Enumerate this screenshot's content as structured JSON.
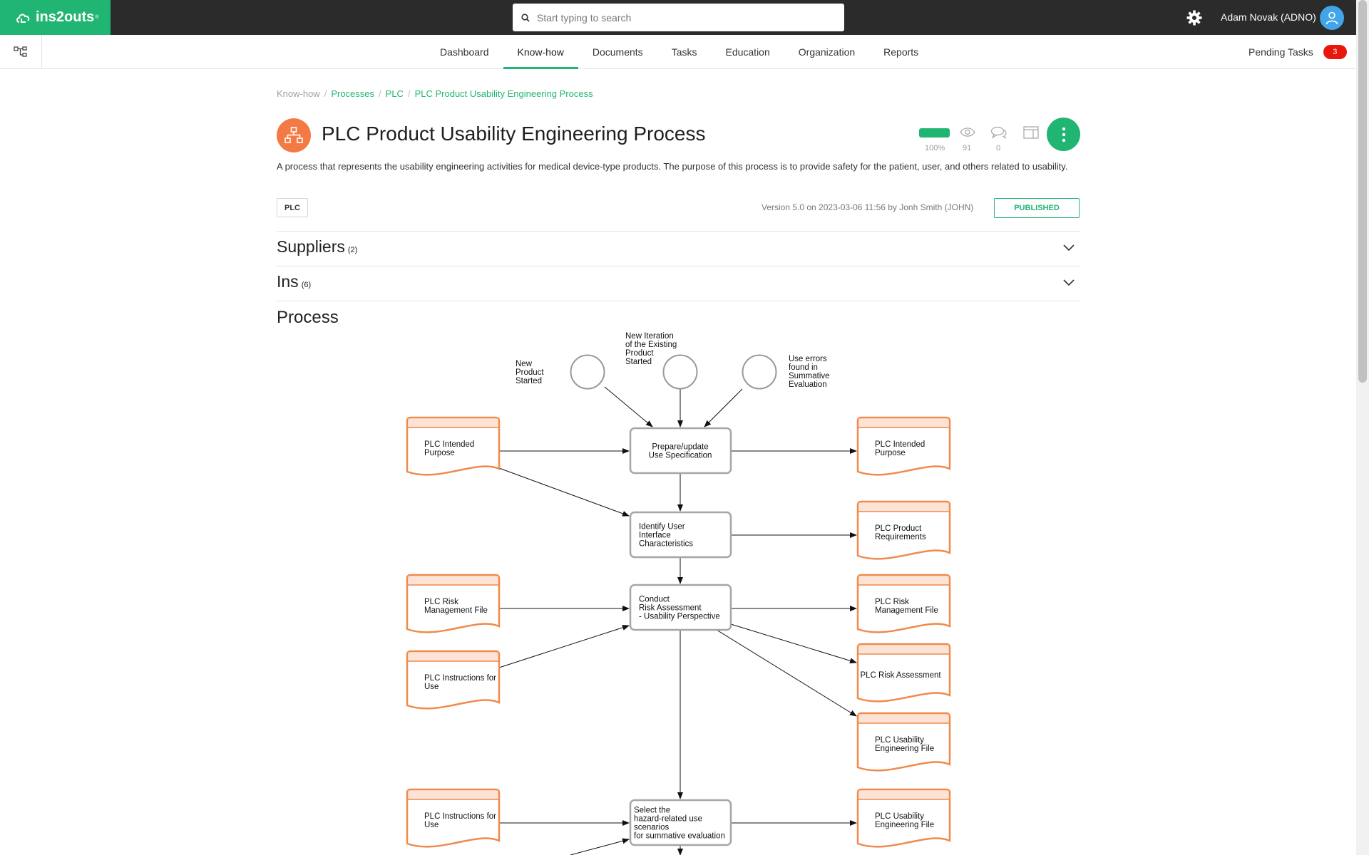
{
  "brand": {
    "name": "ins2outs",
    "mark": "®"
  },
  "search": {
    "placeholder": "Start typing to search"
  },
  "user": {
    "name": "Adam Novak (ADNO)"
  },
  "nav": {
    "items": [
      "Dashboard",
      "Know-how",
      "Documents",
      "Tasks",
      "Education",
      "Organization",
      "Reports"
    ],
    "active": "Know-how",
    "pending_label": "Pending Tasks",
    "pending_count": "3"
  },
  "breadcrumb": [
    "Know-how",
    "Processes",
    "PLC",
    "PLC Product Usability Engineering Process"
  ],
  "page": {
    "title": "PLC Product Usability Engineering Process",
    "description": "A process that represents the usability engineering activities for medical device-type products. The purpose of this process is to provide safety for the patient, user, and others related to usability.",
    "tag": "PLC",
    "version": "Version 5.0 on 2023-03-06 11:56 by Jonh Smith (JOHN)",
    "status": "PUBLISHED",
    "progress_label": "100%",
    "progress_value": 1.0,
    "views": "91",
    "comments": "0"
  },
  "sections": [
    {
      "title": "Suppliers",
      "count": "(2)"
    },
    {
      "title": "Ins",
      "count": "(6)"
    }
  ],
  "process_heading": "Process",
  "colors": {
    "accent": "#21b573",
    "process_icon": "#f47a45",
    "document_stroke": "#f08a4b",
    "document_fill": "#fde3d6",
    "badge": "#e8160d"
  },
  "diagram": {
    "events": [
      [
        "New",
        "Product",
        "Started"
      ],
      [
        "New Iteration",
        "of the Existing",
        "Product",
        "Started"
      ],
      [
        "Use errors",
        "found in",
        "Summative",
        "Evaluation"
      ]
    ],
    "activities": [
      [
        "Prepare/update",
        "Use Specification"
      ],
      [
        "Identify User",
        "Interface",
        "Characteristics"
      ],
      [
        "Conduct",
        "Risk Assessment",
        "- Usability Perspective"
      ],
      [
        "Select the",
        "hazard-related use",
        "scenarios",
        "for summative evaluation"
      ]
    ],
    "inputs": [
      [
        "PLC Intended",
        "Purpose"
      ],
      [
        "PLC Risk",
        "Management File"
      ],
      [
        "PLC Instructions for",
        "Use"
      ],
      [
        "PLC Instructions for",
        "Use"
      ]
    ],
    "outputs": [
      [
        "PLC Intended",
        "Purpose"
      ],
      [
        "PLC Product",
        "Requirements"
      ],
      [
        "PLC Risk",
        "Management File"
      ],
      [
        "PLC Risk Assessment"
      ],
      [
        "PLC Usability",
        "Engineering File"
      ],
      [
        "PLC Usability",
        "Engineering File"
      ]
    ]
  }
}
